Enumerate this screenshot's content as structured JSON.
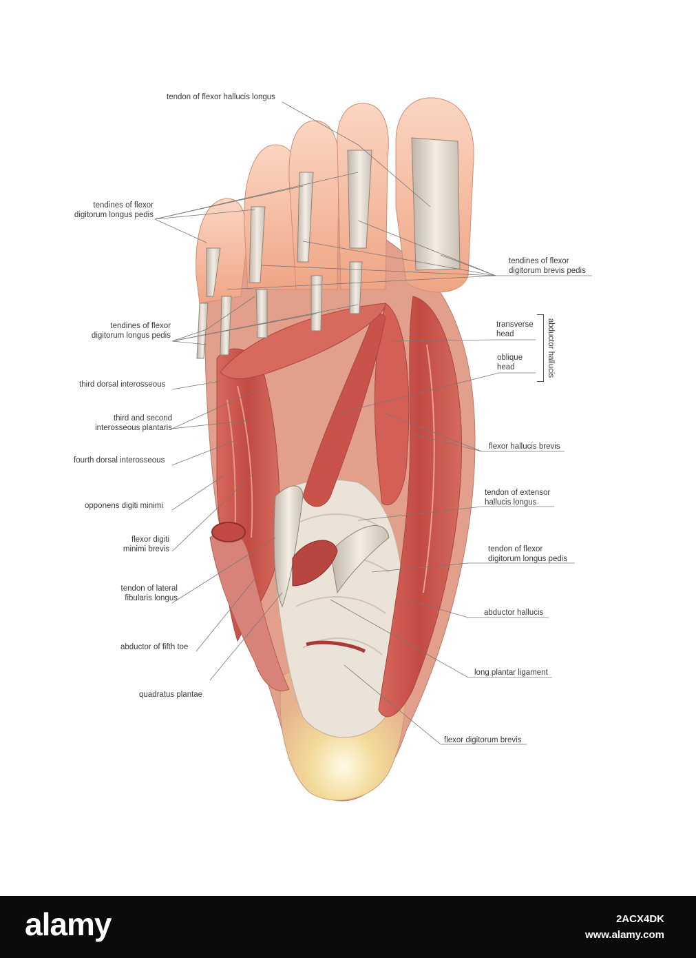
{
  "labels": {
    "tendon_flexor_hallucis_longus": "tendon of flexor hallucis longus",
    "tendines_fdl_pedis_upper": [
      "tendines of flexor",
      "digitorum longus pedis"
    ],
    "tendines_fdb_pedis": [
      "tendines of flexor",
      "digitorum brevis pedis"
    ],
    "tendines_fdl_pedis_lower": [
      "tendines of flexor",
      "digitorum longus pedis"
    ],
    "transverse_head": [
      "transverse",
      "head"
    ],
    "oblique_head": [
      "oblique",
      "head"
    ],
    "abductor_hallucis_group": "abductor hallucis",
    "third_dorsal_interosseous": "third dorsal interosseous",
    "third_second_interosseous_plantaris": [
      "third and second",
      "interosseous plantaris"
    ],
    "flexor_hallucis_brevis": "flexor hallucis brevis",
    "fourth_dorsal_interosseous": "fourth dorsal interosseous",
    "opponens_digiti_minimi": "opponens digiti minimi",
    "tendon_extensor_hallucis_longus": [
      "tendon of extensor",
      "hallucis longus"
    ],
    "flexor_digiti_minimi_brevis": [
      "flexor digiti",
      "minimi brevis"
    ],
    "tendon_fdl_pedis_right": [
      "tendon of flexor",
      "digitorum longus pedis"
    ],
    "tendon_lateral_fibularis_longus": [
      "tendon of lateral",
      "fibularis longus"
    ],
    "abductor_hallucis": "abductor hallucis",
    "abductor_fifth_toe": "abductor of fifth toe",
    "long_plantar_ligament": "long plantar ligament",
    "quadratus_plantae": "quadratus plantae",
    "flexor_digitorum_brevis": "flexor digitorum brevis"
  },
  "footer": {
    "logo": "alamy",
    "image_id": "2ACX4DK",
    "site": "www.alamy.com"
  },
  "colors": {
    "muscle": "#c9524a",
    "muscle_light": "#e08a7c",
    "skin": "#f4b89a",
    "tendon": "#e9e1d6",
    "heel": "#f1dc9e",
    "leader_line": "#777777",
    "footer_bg": "#0b0b0d"
  }
}
